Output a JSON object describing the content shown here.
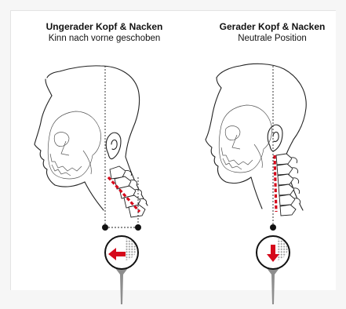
{
  "panels": {
    "left": {
      "title": "Ungerader Kopf & Nacken",
      "subtitle": "Kinn nach vorne geschoben",
      "posture": "forward",
      "arrow_direction": "left"
    },
    "right": {
      "title": "Gerader Kopf & Nacken",
      "subtitle": "Neutrale Position",
      "posture": "neutral",
      "arrow_direction": "down"
    }
  },
  "colors": {
    "accent": "#d5091b",
    "line": "#222222",
    "tee": "#8e8e8e",
    "ball_dimple": "#9a9a9a",
    "background": "#f6f6f6",
    "card": "#ffffff"
  },
  "icons": [
    "head-profile-illustration",
    "skull-icon",
    "cervical-spine-icon",
    "golf-ball-on-tee-icon",
    "arrow-left-icon",
    "arrow-down-icon"
  ]
}
